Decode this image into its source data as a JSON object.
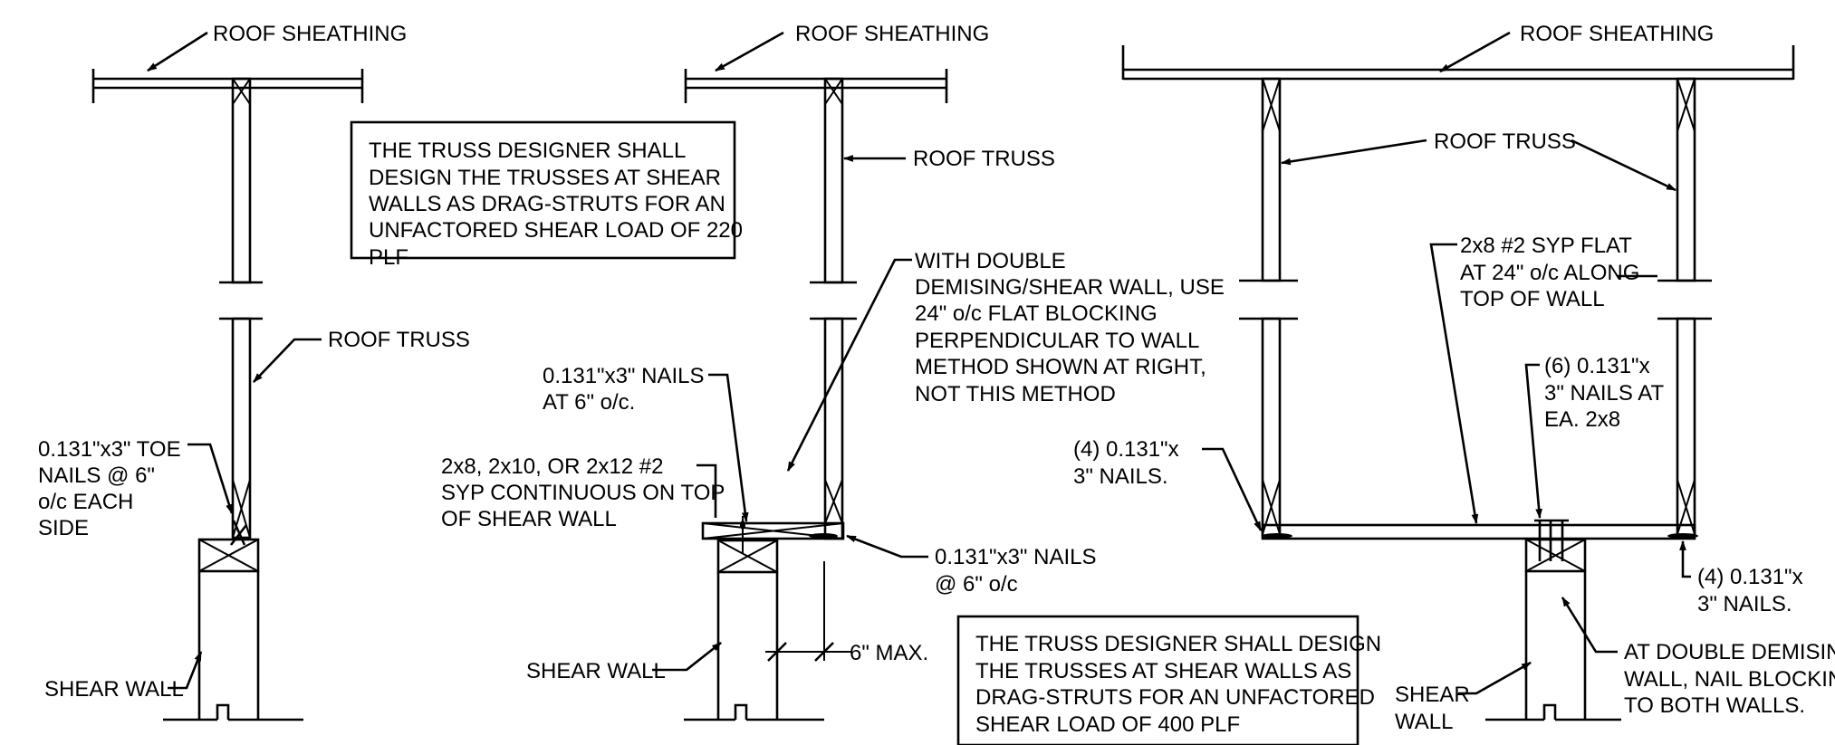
{
  "details": [
    {
      "id": "detail-1",
      "callouts": {
        "roof_sheathing": "ROOF SHEATHING",
        "roof_truss": "ROOF TRUSS",
        "toe_nails": [
          "0.131\"x3\" TOE",
          "NAILS @ 6\"",
          "o/c EACH",
          "SIDE"
        ],
        "shear_wall": "SHEAR WALL"
      },
      "note_box": [
        "THE TRUSS DESIGNER SHALL",
        "DESIGN THE TRUSSES AT SHEAR",
        "WALLS AS DRAG-STRUTS FOR AN",
        "UNFACTORED SHEAR LOAD OF 220",
        "PLF"
      ]
    },
    {
      "id": "detail-2",
      "callouts": {
        "roof_sheathing": "ROOF SHEATHING",
        "roof_truss": "ROOF TRUSS",
        "double_wall_note": [
          "WITH DOUBLE",
          "DEMISING/SHEAR WALL, USE",
          "24\" o/c FLAT BLOCKING",
          "PERPENDICULAR TO WALL",
          "METHOD  SHOWN AT RIGHT,",
          "NOT THIS METHOD"
        ],
        "top_nails": [
          "0.131\"x3\" NAILS",
          "AT 6\" o/c."
        ],
        "continuous_member": [
          "2x8, 2x10, OR 2x12 #2",
          "SYP CONTINUOUS ON TOP",
          "OF SHEAR WALL"
        ],
        "side_nails": [
          "0.131\"x3\" NAILS",
          "@ 6\" o/c"
        ],
        "max_dim": "6\" MAX.",
        "shear_wall": "SHEAR WALL"
      },
      "note_box": [
        "THE TRUSS DESIGNER SHALL DESIGN",
        "THE TRUSSES AT SHEAR WALLS AS",
        "DRAG-STRUTS FOR AN UNFACTORED",
        "SHEAR LOAD OF 400 PLF"
      ]
    },
    {
      "id": "detail-3",
      "callouts": {
        "roof_sheathing": "ROOF SHEATHING",
        "roof_truss": "ROOF TRUSS",
        "flat_blocking": [
          "2x8 #2 SYP FLAT",
          "AT 24\" o/c ALONG",
          "TOP OF WALL"
        ],
        "nails_each": [
          "(6) 0.131\"x",
          "3\" NAILS AT",
          "EA. 2x8"
        ],
        "left_nails": [
          "(4) 0.131\"x",
          "3\" NAILS."
        ],
        "right_nails": [
          "(4) 0.131\"x",
          "3\" NAILS."
        ],
        "double_wall": [
          "AT DOUBLE DEMISING",
          "WALL, NAIL BLOCKING",
          "TO BOTH WALLS."
        ],
        "shear_wall": [
          "SHEAR",
          "WALL"
        ]
      }
    }
  ]
}
